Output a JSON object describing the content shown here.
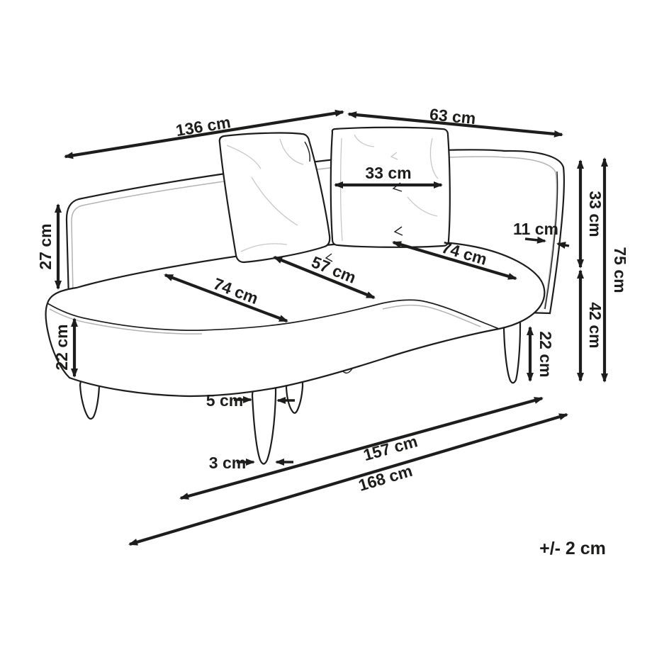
{
  "page": {
    "background": "#ffffff"
  },
  "palette": {
    "ink": "#1d1d1b",
    "muted_line": "#b3b3b3",
    "surface": "#ffffff"
  },
  "diagram": {
    "subject": "chaise longue with two cushions - dimension drawing",
    "unit": "cm",
    "tolerance": "+/- 2 cm",
    "labels": {
      "back_edge_left": "136 cm",
      "back_edge_right": "63 cm",
      "cushion_width": "33 cm",
      "backrest_thickness": "11 cm",
      "backrest_height_left": "27 cm",
      "seat_depth_left": "74 cm",
      "seat_depth_center": "57 cm",
      "seat_depth_right": "74 cm",
      "backrest_above_seat": "33 cm",
      "seat_height": "42 cm",
      "overall_height": "75 cm",
      "base_height": "22 cm",
      "leg_height": "22 cm",
      "leg_width_top": "5 cm",
      "leg_width_bottom": "3 cm",
      "seat_length": "157 cm",
      "overall_length": "168 cm"
    }
  }
}
